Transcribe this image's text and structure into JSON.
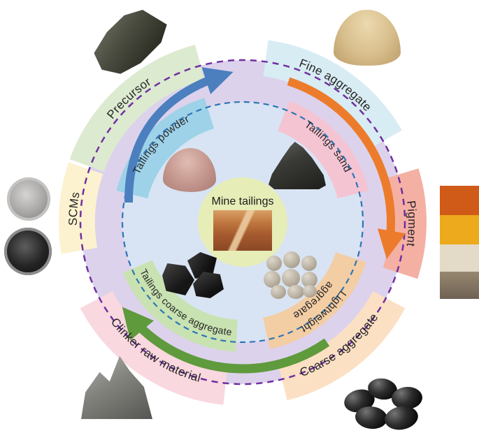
{
  "center": {
    "label": "Mine tailings"
  },
  "inner_ring": {
    "items": [
      {
        "id": "tailings-powder",
        "label": "Tailings powder"
      },
      {
        "id": "tailings-sand",
        "label": "Tailings sand"
      },
      {
        "id": "lightweight-aggregate",
        "label": "Lightweight aggregate",
        "lines": [
          "Lightweight",
          "aggregate"
        ]
      },
      {
        "id": "tailings-coarse-aggregate",
        "label": "Tailings coarse aggregate"
      }
    ]
  },
  "outer_ring": {
    "items": [
      {
        "id": "precursor",
        "label": "Precursor"
      },
      {
        "id": "fine-aggregate",
        "label": "Fine aggregate"
      },
      {
        "id": "pigment",
        "label": "Pigment"
      },
      {
        "id": "coarse-aggregate",
        "label": "Coarse aggregate"
      },
      {
        "id": "clinker-raw-material",
        "label": "Clinker raw material"
      },
      {
        "id": "scms",
        "label": "SCMs"
      }
    ]
  },
  "photos": [
    {
      "id": "precursor-photo",
      "depicts": "dark grey powder flake"
    },
    {
      "id": "fine-aggregate-photo",
      "depicts": "beige sand pile"
    },
    {
      "id": "pigment-photo",
      "depicts": "orange, yellow, white and brown pigment powders"
    },
    {
      "id": "coarse-aggregate-photo",
      "depicts": "black pebbles"
    },
    {
      "id": "clinker-photo",
      "depicts": "grey clinker raw meal pile"
    },
    {
      "id": "scms-photo",
      "depicts": "two jars of grey and black powder"
    },
    {
      "id": "tailings-powder-photo",
      "depicts": "pink tailings powder pile"
    },
    {
      "id": "tailings-sand-photo",
      "depicts": "dark tailings sand pile"
    },
    {
      "id": "mine-tailings-photo",
      "depicts": "photo of a mine tailings site"
    },
    {
      "id": "tailings-coarse-photo",
      "depicts": "black crushed rock pieces"
    },
    {
      "id": "lightweight-photo",
      "depicts": "round lightweight aggregate pellets"
    }
  ],
  "colors": {
    "outer_fill": "#dcd2ec",
    "outer_border": "#7030a0",
    "inner_fill": "#d8e4f3",
    "inner_border": "#2e75b6",
    "center_fill": "#e6edb7",
    "arrow_blue": "#4b7fbe",
    "arrow_orange": "#ec7c2c",
    "arrow_green": "#5f9a3c",
    "band_precursor": "#dcead0",
    "band_fine_aggregate": "#d8ecf3",
    "band_pigment": "#f5b0a4",
    "band_coarse_aggregate": "#fbe0c4",
    "band_clinker": "#f9d8df",
    "band_scms": "#fcf2cf",
    "band_tailings_powder": "#9ed2e8",
    "band_tailings_sand": "#f4c4d3",
    "band_lightweight": "#f3cda4",
    "band_tailings_coarse": "#c8e2b1"
  }
}
